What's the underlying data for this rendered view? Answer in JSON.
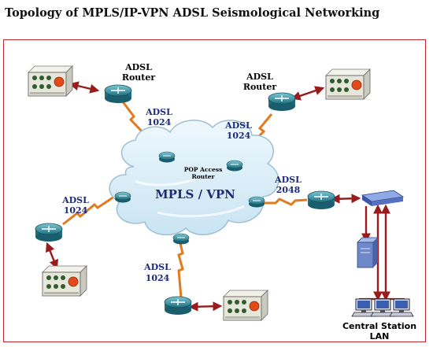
{
  "title": "Topology of MPLS/IP-VPN ADSL Seismological Networking",
  "cloud": {
    "label": "MPLS / VPN",
    "pop_line1": "POP Access",
    "pop_line2": "Router"
  },
  "routers": {
    "top_left": {
      "line1": "ADSL",
      "line2": "Router"
    },
    "top_right": {
      "line1": "ADSL",
      "line2": "Router"
    }
  },
  "links": {
    "top_left": {
      "line1": "ADSL",
      "line2": "1024"
    },
    "top_right": {
      "line1": "ADSL",
      "line2": "1024"
    },
    "left": {
      "line1": "ADSL",
      "line2": "1024"
    },
    "bottom": {
      "line1": "ADSL",
      "line2": "1024"
    },
    "right": {
      "line1": "ADSL",
      "line2": "2048"
    }
  },
  "central": {
    "line1": "Central Station",
    "line2": "LAN"
  },
  "colors": {
    "frame": "#c0272d",
    "cloud": "#d6edf8",
    "adsl_link": "#e07b1f",
    "arrow": "#9a1b1b",
    "label": "#1c2a7a",
    "router": "#2f8e9e",
    "server": "#6f88c9"
  },
  "icons": [
    "seismograph-station-icon",
    "router-icon",
    "switch-icon",
    "server-icon",
    "workstation-icon"
  ]
}
